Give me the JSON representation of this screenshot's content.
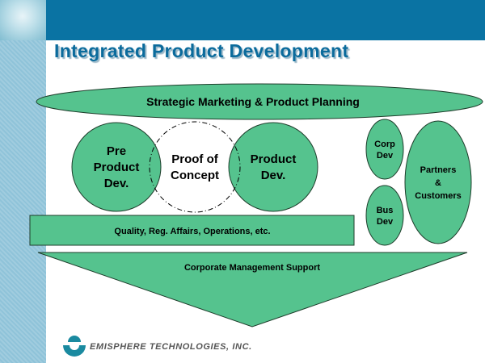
{
  "title": "Integrated Product Development",
  "diagram": {
    "strategic": "Strategic Marketing & Product Planning",
    "pre_product": [
      "Pre",
      "Product",
      "Dev."
    ],
    "proof": [
      "Proof of",
      "Concept"
    ],
    "product_dev": [
      "Product",
      "Dev."
    ],
    "corp_dev": [
      "Corp",
      "Dev"
    ],
    "bus_dev": [
      "Bus",
      "Dev"
    ],
    "partners": [
      "Partners",
      "&",
      "Customers"
    ],
    "quality": "Quality, Reg. Affairs, Operations, etc.",
    "corporate": "Corporate Management Support"
  },
  "footer": {
    "company": "EMISPHERE TECHNOLOGIES, INC."
  },
  "colors": {
    "banner": "#0a73a3",
    "shape_fill": "#55c38e",
    "title": "#0b6b9c"
  }
}
